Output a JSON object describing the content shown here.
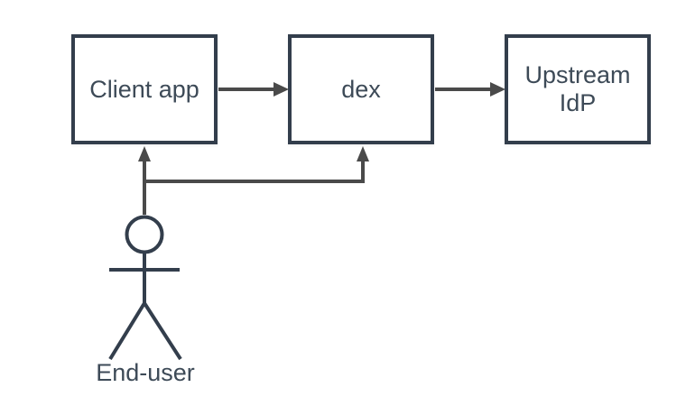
{
  "diagram": {
    "type": "flow-diagram",
    "background": "#ffffff",
    "colors": {
      "node_border": "#333e4c",
      "node_fill": "#ffffff",
      "node_text": "#3d4a57",
      "connector": "#4a4a4a",
      "actor_stroke": "#333e4c"
    },
    "nodes": [
      {
        "id": "client-app",
        "label": "Client app"
      },
      {
        "id": "dex",
        "label": "dex"
      },
      {
        "id": "upstream-idp",
        "label": "Upstream IdP"
      }
    ],
    "actor": {
      "id": "end-user",
      "label": "End-user",
      "shape": "stick-figure"
    },
    "connections": [
      {
        "from": "client-app",
        "to": "dex",
        "style": "solid-arrow"
      },
      {
        "from": "dex",
        "to": "upstream-idp",
        "style": "solid-arrow"
      },
      {
        "from": "end-user",
        "to": "client-app",
        "style": "solid-arrow"
      },
      {
        "from": "end-user",
        "to": "dex",
        "style": "solid-arrow"
      }
    ]
  }
}
